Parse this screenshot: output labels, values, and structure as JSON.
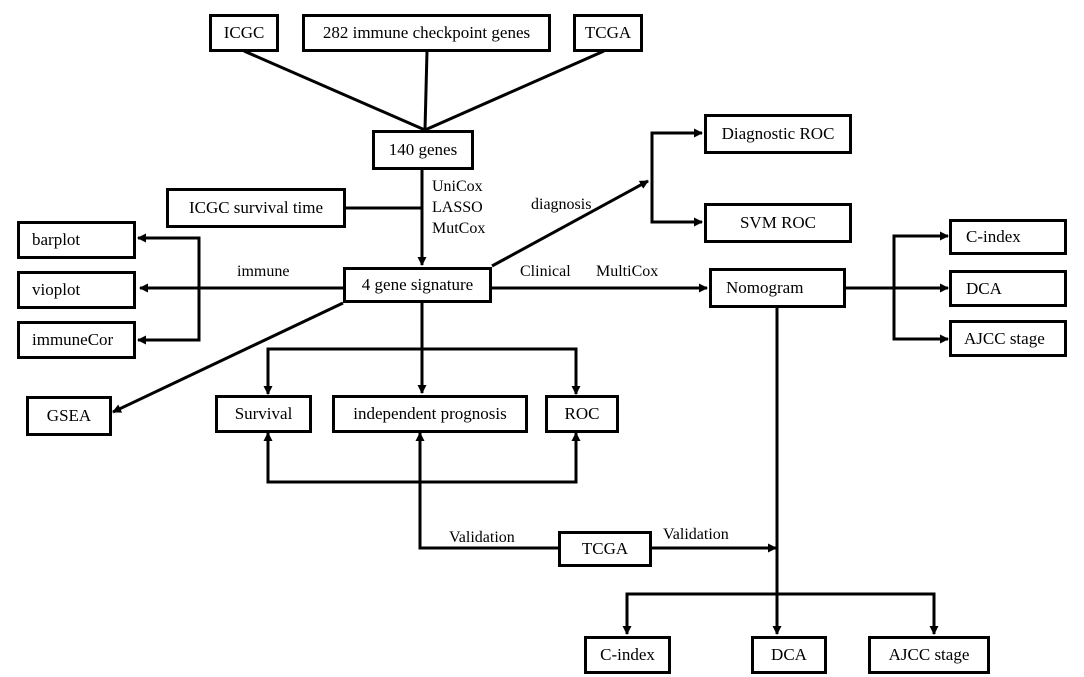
{
  "colors": {
    "stroke": "#000000",
    "background": "#ffffff"
  },
  "nodes": {
    "icgc_top": "ICGC",
    "checkpoint_genes": "282 immune checkpoint genes",
    "tcga_top": "TCGA",
    "genes_140": "140 genes",
    "icgc_survival": "ICGC survival time",
    "diagnostic_roc": "Diagnostic ROC",
    "svm_roc": "SVM ROC",
    "barplot": "barplot",
    "vioplot": "vioplot",
    "immunecor": "immuneCor",
    "gene_signature": "4 gene signature",
    "nomogram": "Nomogram",
    "cindex_right": "C-index",
    "dca_right": "DCA",
    "ajcc_right": "AJCC stage",
    "gsea": "GSEA",
    "survival": "Survival",
    "independent_prognosis": "independent prognosis",
    "roc": "ROC",
    "tcga_validation": "TCGA",
    "cindex_bottom": "C-index",
    "dca_bottom": "DCA",
    "ajcc_bottom": "AJCC stage"
  },
  "edge_labels": {
    "unicox": "UniCox",
    "lasso": "LASSO",
    "mutcox": "MutCox",
    "diagnosis": "diagnosis",
    "immune": "immune",
    "clinical": "Clinical",
    "multicox": "MultiCox",
    "validation_left": "Validation",
    "validation_right": "Validation"
  }
}
